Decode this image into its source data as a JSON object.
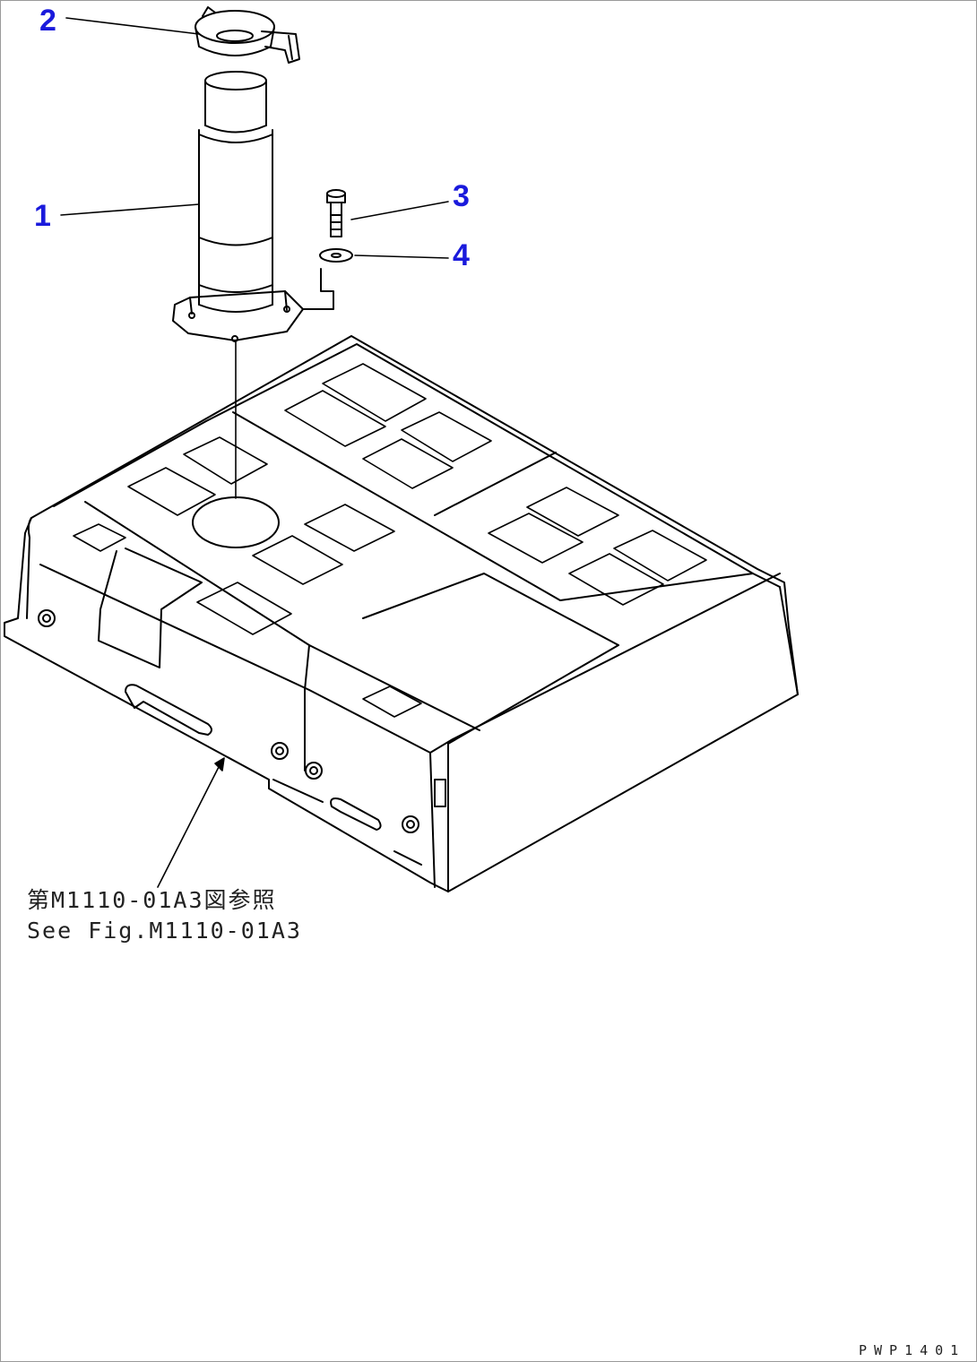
{
  "callouts": {
    "part1": "1",
    "part2": "2",
    "part3": "3",
    "part4": "4"
  },
  "reference": {
    "japanese": "第M1110-01A3図参照",
    "english": "See Fig.M1110-01A3"
  },
  "drawing_code": "PWP1401",
  "colors": {
    "callout": "#1a1adc",
    "line": "#000000"
  }
}
